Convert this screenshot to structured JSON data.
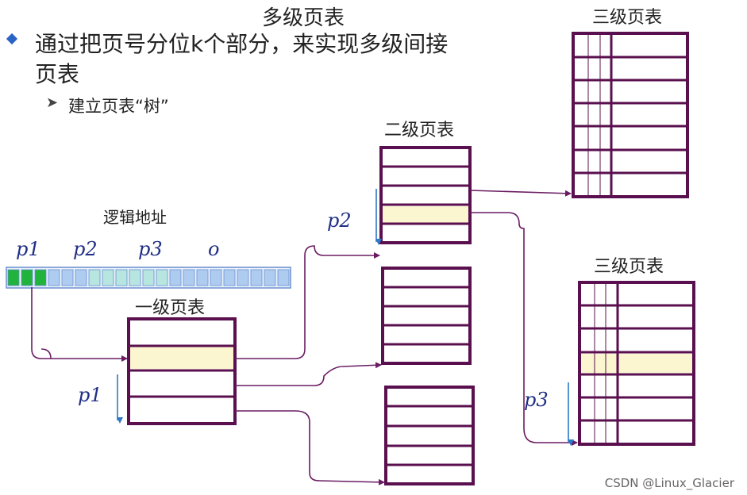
{
  "slide": {
    "title": "多级页表",
    "bullet_line1": "通过把页号分位k个部分，来实现多级间接",
    "bullet_line2": "页表",
    "sub_bullet": "建立页表“树”"
  },
  "diagram": {
    "logical_address_label": "逻辑地址",
    "field_labels": [
      "p1",
      "p2",
      "p3",
      "o"
    ],
    "level1_label": "一级页表",
    "level2_label": "二级页表",
    "level3_label_top": "三级页表",
    "level3_label_bottom": "三级页表",
    "offset_p1": "p1",
    "offset_p2": "p2",
    "offset_p3": "p3",
    "colors": {
      "frame": "#5a0f4e",
      "arrow": "#6a1c63",
      "highlight": "#fbf6cf",
      "offset_arrow": "#2d78c8",
      "addr_green": "#21b33c",
      "addr_blue": "#aecbf0",
      "addr_teal": "#b6e6df"
    }
  },
  "watermark": "CSDN @Linux_Glacier"
}
